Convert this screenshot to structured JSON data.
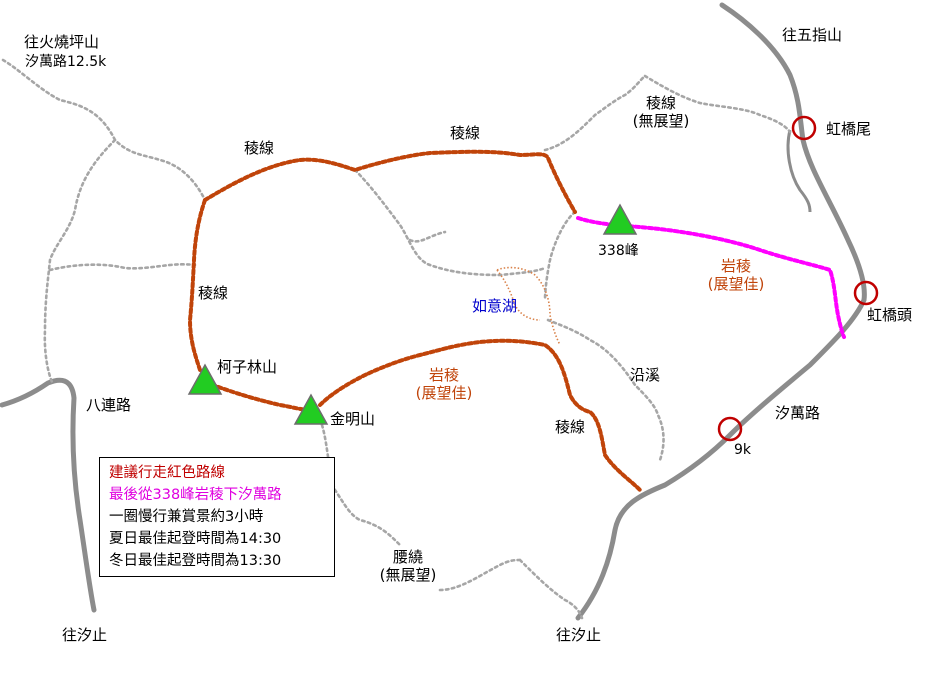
{
  "labels": {
    "to_huoshaopingshan": "往火燒坪山",
    "xiwan_road_12_5k": "汐萬路12.5k",
    "to_wuzhishan": "往五指山",
    "ridge_top_left": "稜線",
    "ridge_top_mid": "稜線",
    "ridge_no_view_line1": "稜線",
    "ridge_no_view_line2": "(無展望)",
    "hongqiaowei": "虹橋尾",
    "peak_338": "338峰",
    "rock_ridge_right_line1": "岩稜",
    "rock_ridge_right_line2": "(展望佳)",
    "hongqiaotou": "虹橋頭",
    "ridge_left": "稜線",
    "ruyi_lake": "如意湖",
    "kezilinshan": "柯子林山",
    "rock_ridge_center_line1": "岩稜",
    "rock_ridge_center_line2": "(展望佳)",
    "along_stream": "沿溪",
    "baliam_road": "八連路",
    "jinmingshan": "金明山",
    "xiwan_road": "汐萬路",
    "ridge_lower": "稜線",
    "km_9k": "9k",
    "waist_line1": "腰繞",
    "waist_line2": "(無展望)",
    "to_xizhi_left": "往汐止",
    "to_xizhi_right": "往汐止"
  },
  "legend": {
    "line1": "建議行走紅色路線",
    "line2": "最後從338峰岩稜下汐萬路",
    "line3": "一圈慢行兼賞景約3小時",
    "line4": "夏日最佳起登時間為14:30",
    "line5": "冬日最佳起登時間為13:30"
  },
  "colors": {
    "road": "#8c8c8c",
    "trail": "#a6a6a6",
    "recommended_route": "#c0440a",
    "descent_route": "#ff00ff",
    "peak_fill": "#22cc22",
    "waypoint_ring": "#c00000",
    "lake_trail": "#d9824a"
  },
  "icons": {
    "peak": "green-triangle-peak-icon",
    "waypoint": "red-circle-waypoint-icon"
  }
}
